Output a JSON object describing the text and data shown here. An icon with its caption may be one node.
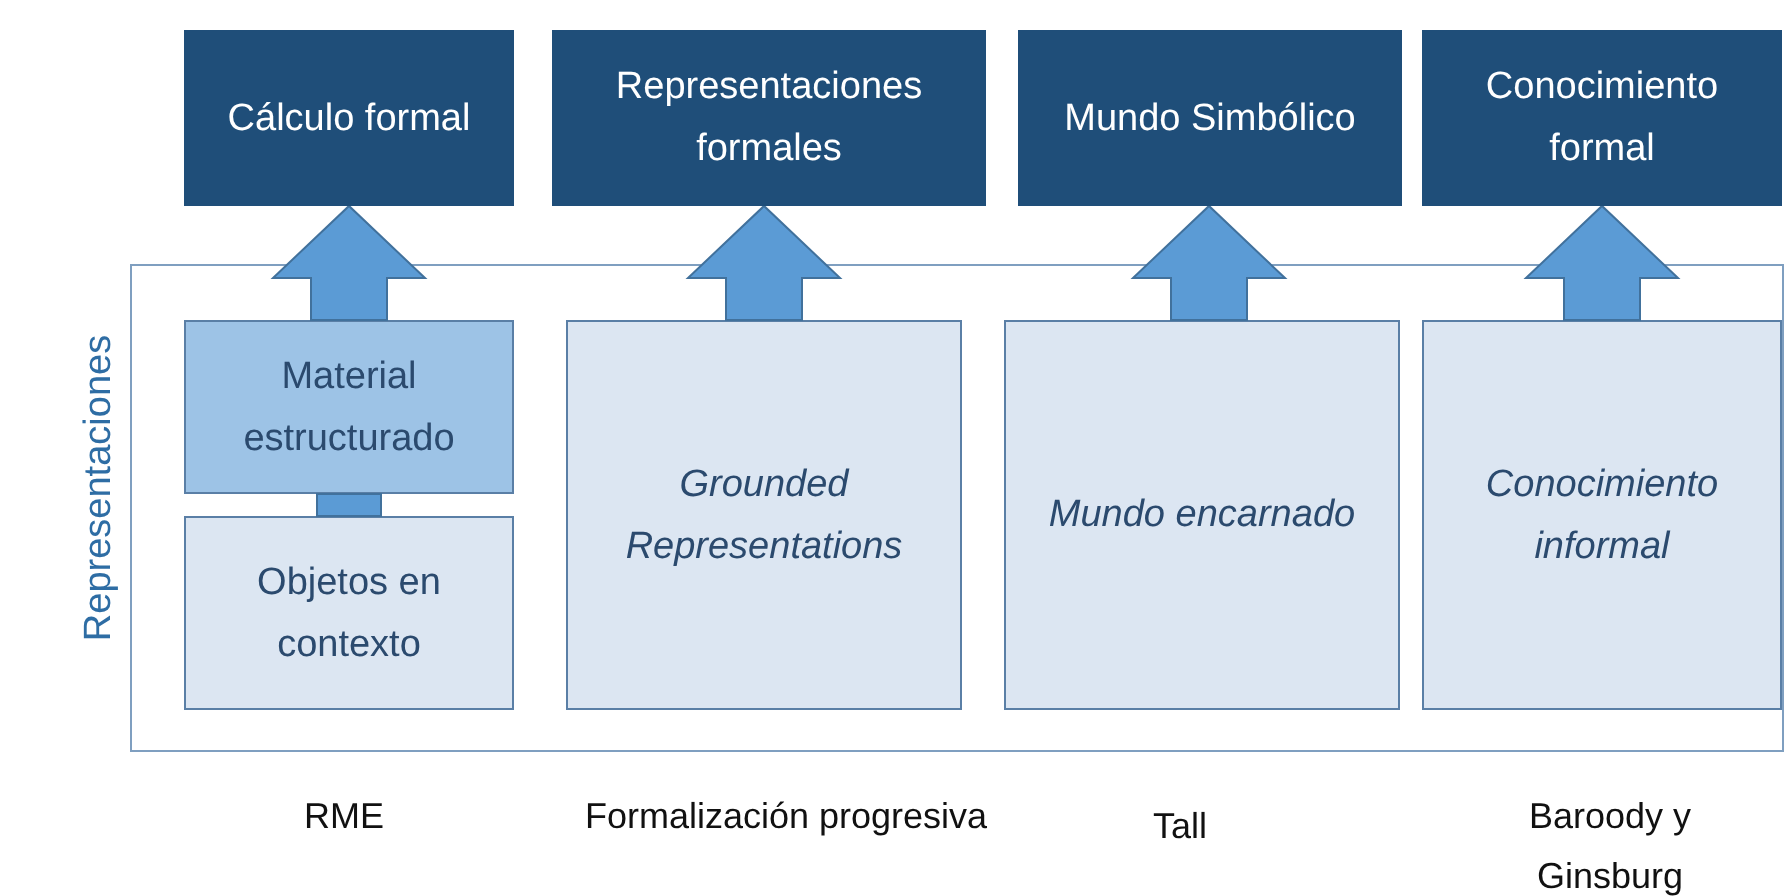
{
  "diagram": {
    "nodes": [
      {
        "text": [
          "Representaciones"
        ]
      },
      {
        "text": [
          "Cálculo formal"
        ]
      },
      {
        "text": [
          "Representaciones formales"
        ]
      },
      {
        "text": [
          "Mundo Simbólico"
        ]
      },
      {
        "text": [
          "Conocimiento formal"
        ]
      },
      {
        "text": [
          "Material estructurado"
        ],
        "in": 0
      },
      {
        "text": [
          "Objetos en contexto"
        ],
        "in": 0
      },
      {
        "text": [
          "Grounded Representations"
        ],
        "in": 0
      },
      {
        "text": [
          "Mundo encarnado"
        ],
        "in": 0
      },
      {
        "text": [
          "Conocimiento informal"
        ],
        "in": 0
      }
    ],
    "edges": [
      {
        "from": 6,
        "to": 5,
        "arrow": "none"
      },
      {
        "from": 5,
        "to": 1,
        "arrow": "to"
      },
      {
        "from": 7,
        "to": 2,
        "arrow": "to"
      },
      {
        "from": 8,
        "to": 3,
        "arrow": "to"
      },
      {
        "from": 9,
        "to": 4,
        "arrow": "to"
      }
    ],
    "labels": [
      "RME",
      "Formalización progresiva",
      "Tall",
      "Baroody y Ginsburg"
    ]
  }
}
